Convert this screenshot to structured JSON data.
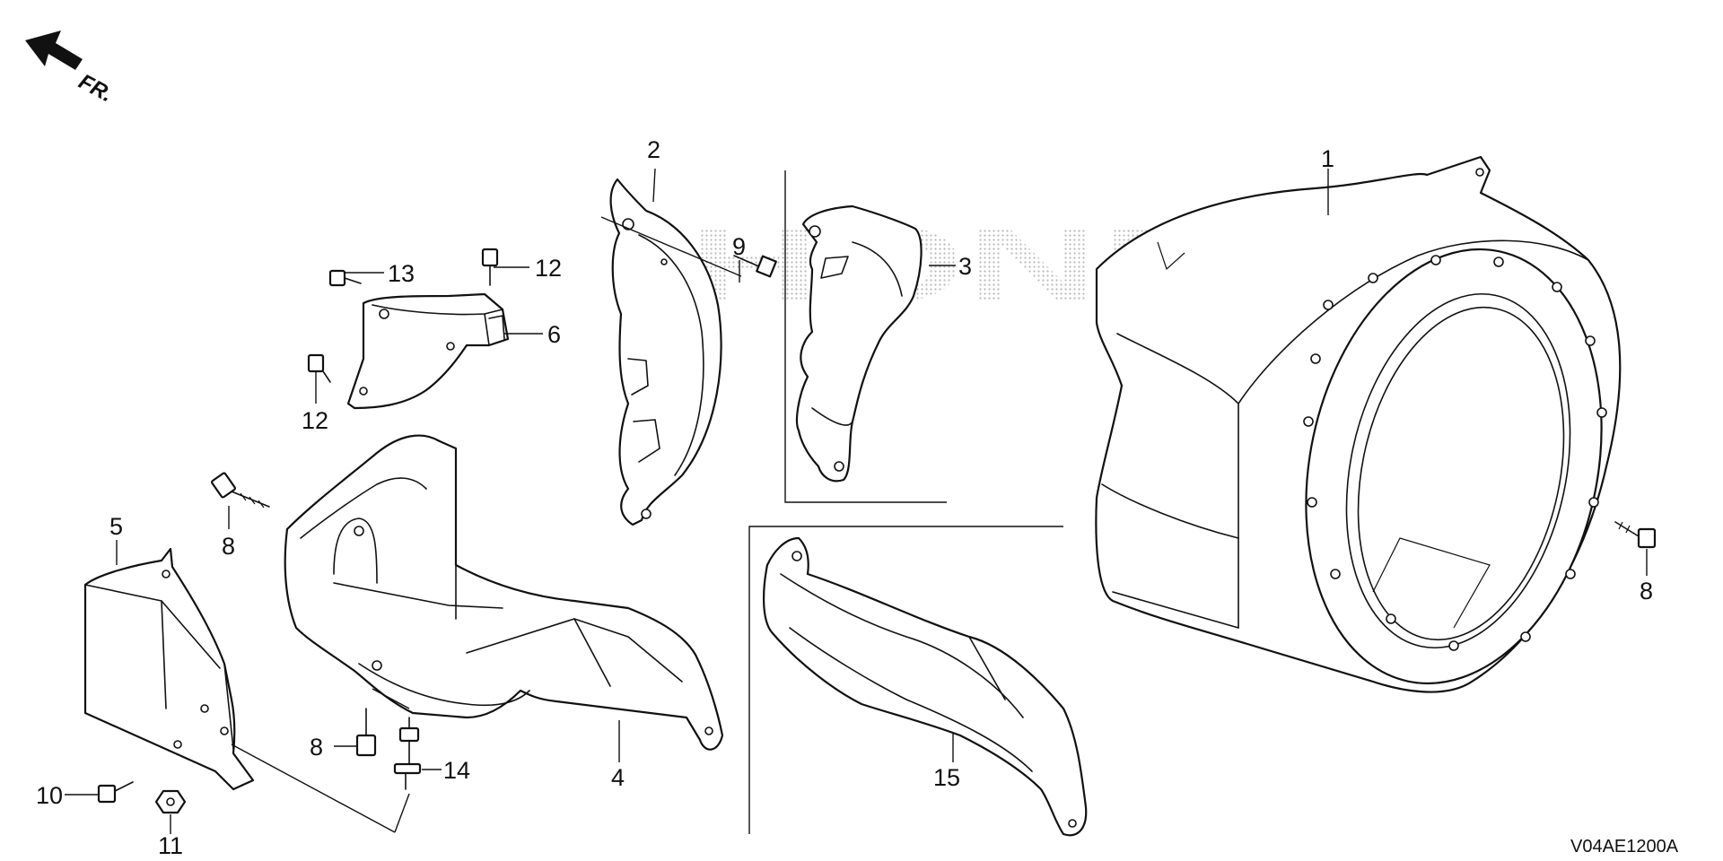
{
  "diagram": {
    "direction_label": "FR.",
    "drawing_code": "V04AE1200A",
    "watermark": "HONDA",
    "callouts": {
      "c1": "1",
      "c2": "2",
      "c3": "3",
      "c4": "4",
      "c5": "5",
      "c6": "6",
      "c8a": "8",
      "c8b": "8",
      "c8c": "8",
      "c9": "9",
      "c10": "10",
      "c11": "11",
      "c12a": "12",
      "c12b": "12",
      "c13": "13",
      "c14": "14",
      "c15": "15"
    }
  }
}
